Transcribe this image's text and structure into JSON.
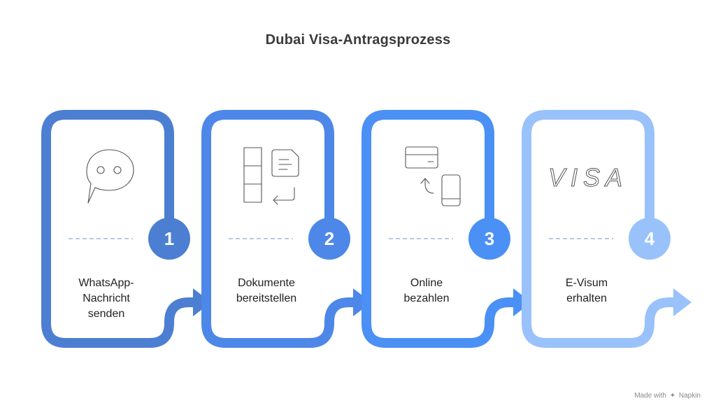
{
  "title": "Dubai Visa-Antragsprozess",
  "colors": {
    "step1": "#4C7FD2",
    "step2": "#4D87E8",
    "step3": "#4A90F5",
    "step4": "#99C2FB",
    "icon_stroke": "#555555",
    "dash": "#8FA8D8"
  },
  "steps": [
    {
      "number": "1",
      "icon": "chat-bubble-icon",
      "label_lines": [
        "WhatsApp-",
        "Nachricht",
        "senden"
      ]
    },
    {
      "number": "2",
      "icon": "documents-transfer-icon",
      "label_lines": [
        "Dokumente",
        "bereitstellen"
      ]
    },
    {
      "number": "3",
      "icon": "online-payment-icon",
      "label_lines": [
        "Online",
        "bezahlen"
      ]
    },
    {
      "number": "4",
      "icon": "visa-text-icon",
      "icon_text": "VISA",
      "label_lines": [
        "E-Visum",
        "erhalten"
      ]
    }
  ],
  "footer": {
    "prefix": "Made with",
    "brand": "Napkin"
  }
}
